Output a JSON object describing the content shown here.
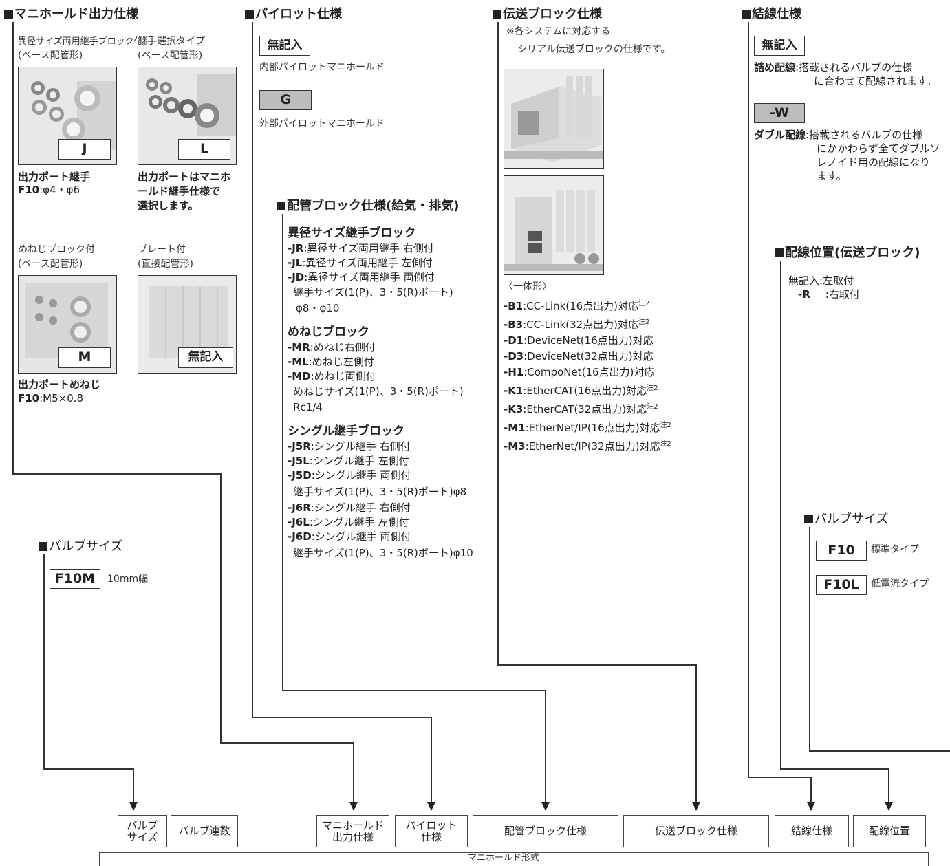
{
  "sections": {
    "manifold_output": {
      "title": "マニホールド出力仕様",
      "items": [
        {
          "caption1": "異径サイズ両用継手ブロック付",
          "caption2": "(ベース配管形)",
          "code": "J"
        },
        {
          "caption1": "継手選択タイプ",
          "caption2": "(ベース配管形)",
          "code": "L"
        },
        {
          "caption1": "めねじブロック付",
          "caption2": "(ベース配管形)",
          "code": "M"
        },
        {
          "caption1": "プレート付",
          "caption2": "(直接配管形)",
          "code": "無記入"
        }
      ],
      "note_j_title": "出力ポート継手",
      "note_j_code": "F10",
      "note_j_value": ":φ4・φ6",
      "note_l_1": "出力ポートはマニホ",
      "note_l_2": "ールド継手仕様で",
      "note_l_3": "選択します。",
      "note_m_title": "出力ポートめねじ",
      "note_m_code": "F10",
      "note_m_value": ":M5×0.8"
    },
    "pilot": {
      "title": "パイロット仕様",
      "opt1_code": "無記入",
      "opt1_desc": "内部パイロットマニホールド",
      "opt2_code": "G",
      "opt2_desc": "外部パイロットマニホールド"
    },
    "piping": {
      "title": "配管ブロック仕様(給気・排気)",
      "groups": [
        {
          "heading": "異径サイズ継手ブロック",
          "items": [
            {
              "code": "-JR",
              "desc": ":異径サイズ両用継手 右側付"
            },
            {
              "code": "-JL",
              "desc": ":異径サイズ両用継手 左側付"
            },
            {
              "code": "-JD",
              "desc": ":異径サイズ両用継手 両側付"
            }
          ],
          "note1": "継手サイズ(1(P)、3・5(R)ポート)",
          "note2": "φ8・φ10"
        },
        {
          "heading": "めねじブロック",
          "items": [
            {
              "code": "-MR",
              "desc": ":めねじ右側付"
            },
            {
              "code": "-ML",
              "desc": ":めねじ左側付"
            },
            {
              "code": "-MD",
              "desc": ":めねじ両側付"
            }
          ],
          "note1": "めねじサイズ(1(P)、3・5(R)ポート)",
          "note2": "Rc1/4"
        },
        {
          "heading": "シングル継手ブロック",
          "items": [
            {
              "code": "-J5R",
              "desc": ":シングル継手 右側付"
            },
            {
              "code": "-J5L",
              "desc": ":シングル継手 左側付"
            },
            {
              "code": "-J5D",
              "desc": ":シングル継手 両側付"
            }
          ],
          "note1": "継手サイズ(1(P)、3・5(R)ポート)φ8",
          "items2": [
            {
              "code": "-J6R",
              "desc": ":シングル継手 右側付"
            },
            {
              "code": "-J6L",
              "desc": ":シングル継手 左側付"
            },
            {
              "code": "-J6D",
              "desc": ":シングル継手 両側付"
            }
          ],
          "note2": "継手サイズ(1(P)、3・5(R)ポート)φ10"
        }
      ]
    },
    "transmission": {
      "title": "伝送ブロック仕様",
      "note1": "※各システムに対応する",
      "note2": "シリアル伝送ブロックの仕様です。",
      "subhead": "〈一体形〉",
      "items": [
        {
          "code": "-B1",
          "desc": ":CC-Link(16点出力)対応",
          "sup": "注2"
        },
        {
          "code": "-B3",
          "desc": ":CC-Link(32点出力)対応",
          "sup": "注2"
        },
        {
          "code": "-D1",
          "desc": ":DeviceNet(16点出力)対応",
          "sup": ""
        },
        {
          "code": "-D3",
          "desc": ":DeviceNet(32点出力)対応",
          "sup": ""
        },
        {
          "code": "-H1",
          "desc": ":CompoNet(16点出力)対応",
          "sup": ""
        },
        {
          "code": "-K1",
          "desc": ":EtherCAT(16点出力)対応",
          "sup": "注2"
        },
        {
          "code": "-K3",
          "desc": ":EtherCAT(32点出力)対応",
          "sup": "注2"
        },
        {
          "code": "-M1",
          "desc": ":EtherNet/IP(16点出力)対応",
          "sup": "注2"
        },
        {
          "code": "-M3",
          "desc": ":EtherNet/IP(32点出力)対応",
          "sup": "注2"
        }
      ]
    },
    "wiring": {
      "title": "結線仕様",
      "opt1_code": "無記入",
      "opt1_label": "詰め配線",
      "opt1_desc1": ":搭載されるバルブの仕様",
      "opt1_desc2": "に合わせて配線されます。",
      "opt2_code": "-W",
      "opt2_label": "ダブル配線",
      "opt2_desc1": ":搭載されるバルブの仕様",
      "opt2_desc2": "にかかわらず全てダブルソ",
      "opt2_desc3": "レノイド用の配線になり",
      "opt2_desc4": "ます。"
    },
    "wiring_position": {
      "title": "配線位置(伝送ブロック)",
      "opt1_code": "無記入",
      "opt1_desc": ":左取付",
      "opt2_code": "-R",
      "opt2_desc": ":右取付"
    },
    "valve_size_right": {
      "title": "バルブサイズ",
      "opt1_code": "F10",
      "opt1_desc": "標準タイプ",
      "opt2_code": "F10L",
      "opt2_desc": "低電流タイプ"
    },
    "valve_size_left": {
      "title": "バルブサイズ",
      "code": "F10M",
      "desc": "10mm幅"
    }
  },
  "format_row": {
    "boxes": [
      {
        "line1": "バルブ",
        "line2": "サイズ"
      },
      {
        "line1": "バルブ連数",
        "line2": ""
      },
      {
        "line1": "マニホールド",
        "line2": "出力仕様"
      },
      {
        "line1": "パイロット",
        "line2": "仕様"
      },
      {
        "line1": "配管ブロック仕様",
        "line2": ""
      },
      {
        "line1": "伝送ブロック仕様",
        "line2": ""
      },
      {
        "line1": "結線仕様",
        "line2": ""
      },
      {
        "line1": "配線位置",
        "line2": ""
      }
    ],
    "bottom_label": "マニホールド形式"
  }
}
